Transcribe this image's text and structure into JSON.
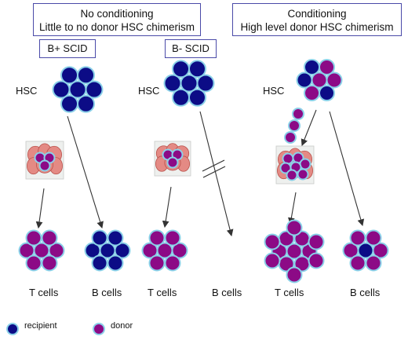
{
  "left_header": {
    "line1": "No conditioning",
    "line2": "Little to no donor HSC chimerism"
  },
  "right_header": {
    "line1": "Conditioning",
    "line2": "High level donor HSC chimerism"
  },
  "groups": {
    "bplus": "B+ SCID",
    "bminus": "B- SCID"
  },
  "labels": {
    "hsc": "HSC",
    "t_cells": "T cells",
    "b_cells": "B cells"
  },
  "legend": {
    "recipient": "recipient",
    "donor": "donor"
  },
  "colors": {
    "recipient": "#0c0c86",
    "donor": "#8c0a86",
    "ring": "#8ad0e8",
    "arrow": "#333333",
    "box_border": "#4a4aa8",
    "thymus": "#e48a84"
  }
}
